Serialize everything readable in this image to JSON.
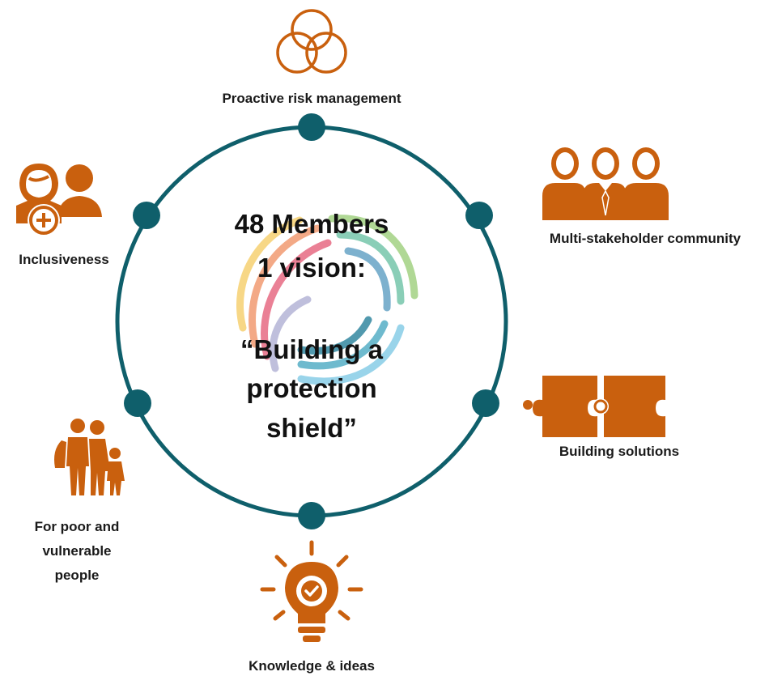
{
  "colors": {
    "ring": "#0f5f6b",
    "accent": "#c9600e",
    "text": "#1a1a1a"
  },
  "center": {
    "line1": "48 Members",
    "line2": "1 vision:",
    "line3": "“Building a",
    "line4": "protection",
    "line5": "shield”"
  },
  "nodes": [
    {
      "label": "Proactive risk management",
      "icon": "overlapping-circles-icon"
    },
    {
      "label": "Multi-stakeholder community",
      "icon": "people-group-icon"
    },
    {
      "label": "Building solutions",
      "icon": "puzzle-pieces-icon"
    },
    {
      "label": "Knowledge & ideas",
      "icon": "lightbulb-check-icon"
    },
    {
      "label_lines": [
        "For poor and",
        "vulnerable",
        "people"
      ],
      "icon": "family-icon"
    },
    {
      "label": "Inclusiveness",
      "icon": "inclusion-person-plus-icon"
    }
  ]
}
